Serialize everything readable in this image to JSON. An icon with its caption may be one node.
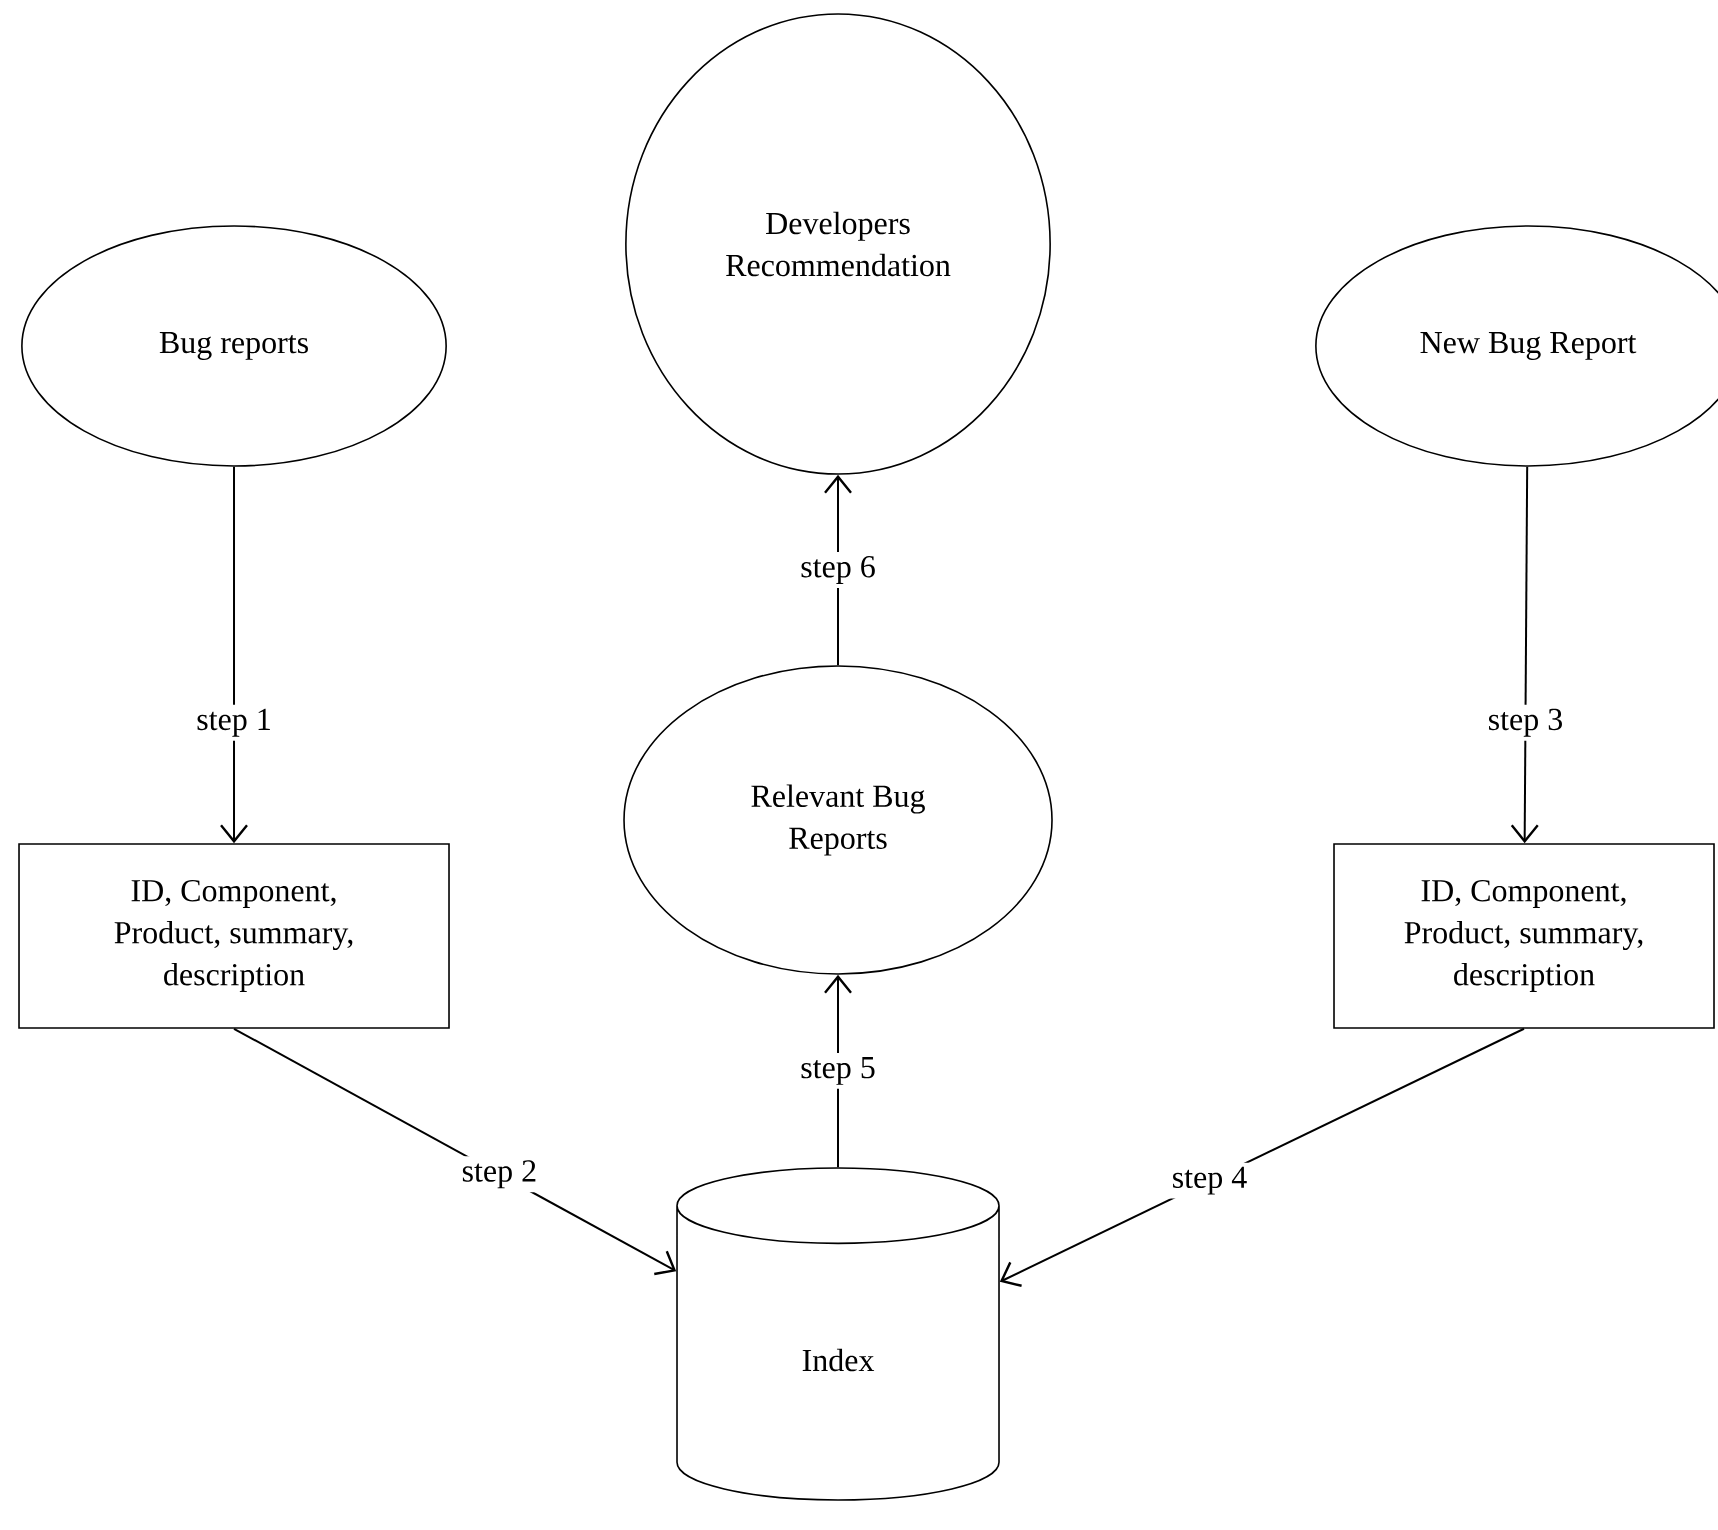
{
  "diagram": {
    "nodes": [
      {
        "text": [
          "Developers Recommendation"
        ]
      },
      {
        "text": [
          "Bug reports"
        ]
      },
      {
        "text": [
          "New Bug Report"
        ]
      },
      {
        "text": [
          "Relevant Bug Reports"
        ]
      },
      {
        "text": [
          "ID, Component, Product, summary, description"
        ]
      },
      {
        "text": [
          "ID, Component, Product, summary, description"
        ]
      },
      {
        "text": [
          "Index"
        ]
      }
    ],
    "edges": [
      {
        "from": 1,
        "to": 4,
        "arrow": "to",
        "label": "step 1"
      },
      {
        "from": 4,
        "to": 6,
        "arrow": "to",
        "label": "step 2"
      },
      {
        "from": 2,
        "to": 5,
        "arrow": "to",
        "label": "step 3"
      },
      {
        "from": 5,
        "to": 6,
        "arrow": "to",
        "label": "step 4"
      },
      {
        "from": 6,
        "to": 3,
        "arrow": "to",
        "label": "step 5"
      },
      {
        "from": 3,
        "to": 0,
        "arrow": "to",
        "label": "step 6"
      }
    ]
  }
}
